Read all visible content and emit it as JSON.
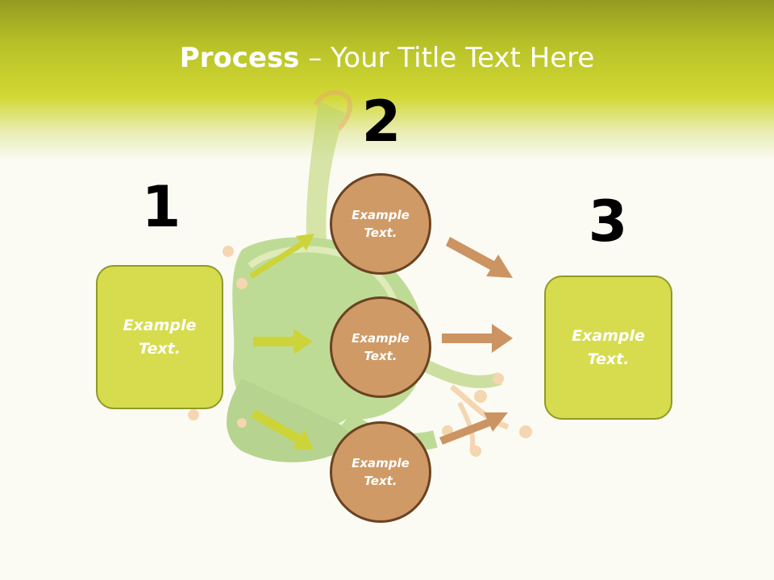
{
  "slide": {
    "title_bold": "Process",
    "title_rest": " – Your Title Text Here"
  },
  "steps": {
    "one": "1",
    "two": "2",
    "three": "3"
  },
  "left_box": {
    "text": "Example Text."
  },
  "circles": [
    {
      "text": "Example Text."
    },
    {
      "text": "Example Text."
    },
    {
      "text": "Example Text."
    }
  ],
  "right_box": {
    "text": "Example Text."
  },
  "colors": {
    "header_green": "#d2d834",
    "box_fill": "#d6dc4e",
    "circle_fill": "#cf9a66",
    "circle_border": "#6a4322",
    "arrow_green": "#cdd43a",
    "arrow_tan": "#cc9462"
  },
  "background_image": "tree-frog"
}
